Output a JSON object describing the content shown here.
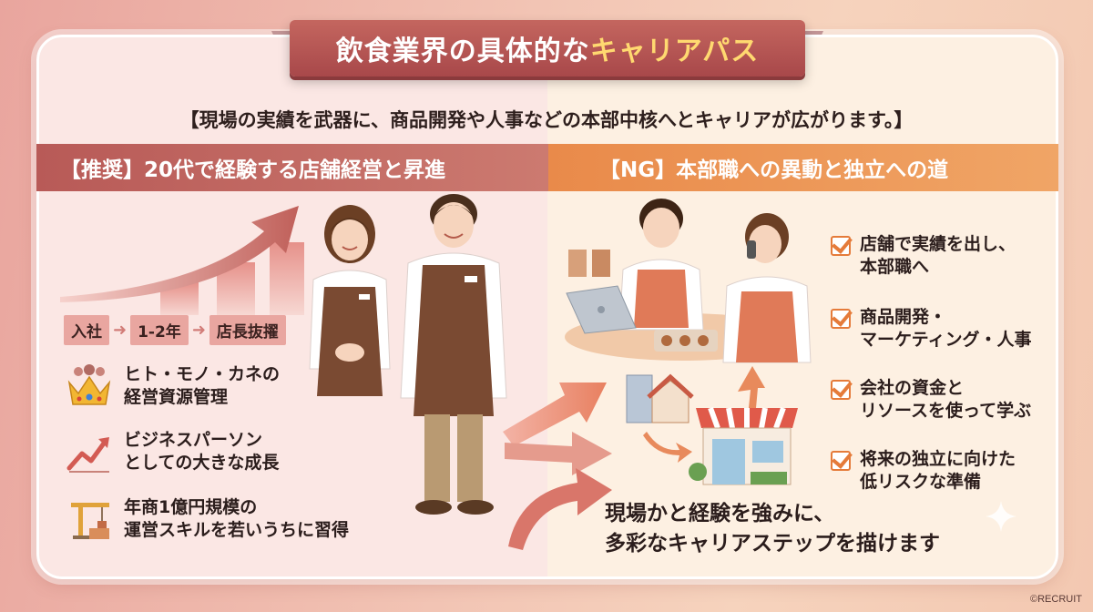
{
  "title": {
    "main": "飲食業界の具体的な",
    "highlight": "キャリアパス"
  },
  "subtitle": "【現場の実績を武器に、商品開発や人事などの本部中核へとキャリアが広がります。】",
  "left": {
    "header": "【推奨】20代で経験する店舗経営と昇進",
    "steps": [
      "入社",
      "1-2年",
      "店長抜擢"
    ],
    "features": [
      {
        "icon": "crown-icon",
        "line1": "ヒト・モノ・カネの",
        "line2": "経営資源管理"
      },
      {
        "icon": "growth-chart-icon",
        "line1": "ビジネスパーソン",
        "line2": "としての大きな成長"
      },
      {
        "icon": "construction-crane-icon",
        "line1": "年商1億円規模の",
        "line2": "運営スキルを若いうちに習得"
      }
    ]
  },
  "right": {
    "header": "【NG】本部職への異動と独立への道",
    "checklist": [
      {
        "line1": "店舗で実績を出し、",
        "line2": "本部職へ"
      },
      {
        "line1": "商品開発・",
        "line2": "マーケティング・人事"
      },
      {
        "line1": "会社の資金と",
        "line2": "リソースを使って学ぶ"
      },
      {
        "line1": "将来の独立に向けた",
        "line2": "低リスクな準備"
      }
    ],
    "bottom_line1": "現場かと経験を強みに、",
    "bottom_line2": "多彩なキャリアステップを描けます"
  },
  "copyright": "©RECRUIT",
  "colors": {
    "left_accent": "#b85a57",
    "right_accent": "#e98a4a",
    "check": "#e57b3a",
    "title_highlight": "#ffd970"
  }
}
